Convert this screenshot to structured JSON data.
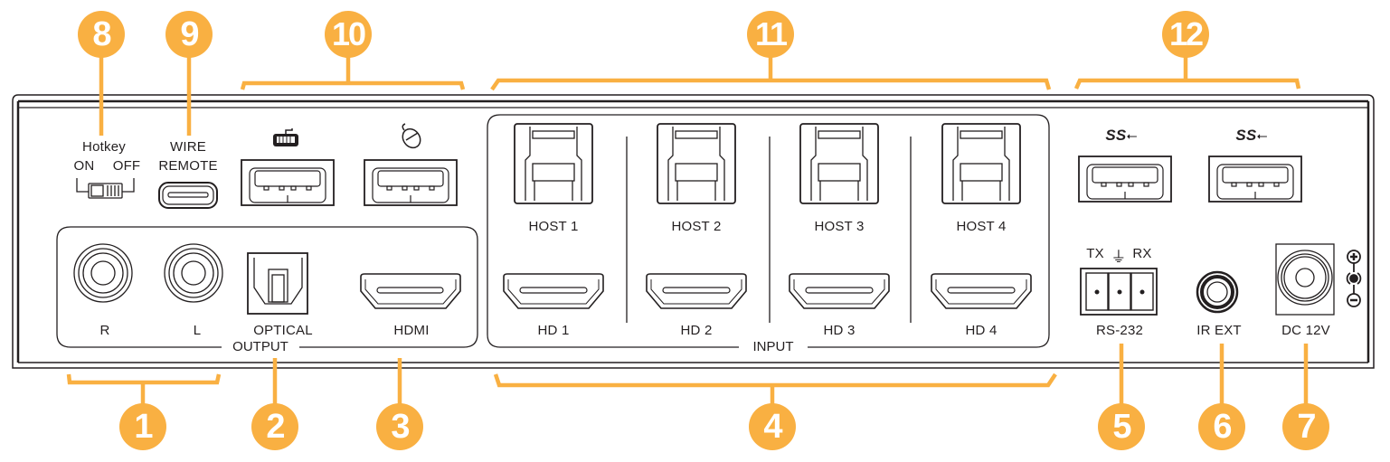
{
  "accent_color": "#f9b042",
  "callouts": [
    {
      "number": "1",
      "target": "Audio R/L outputs"
    },
    {
      "number": "2",
      "target": "Optical output"
    },
    {
      "number": "3",
      "target": "HDMI output"
    },
    {
      "number": "4",
      "target": "HDMI inputs"
    },
    {
      "number": "5",
      "target": "RS-232"
    },
    {
      "number": "6",
      "target": "IR EXT"
    },
    {
      "number": "7",
      "target": "DC 12V"
    },
    {
      "number": "8",
      "target": "Hotkey switch"
    },
    {
      "number": "9",
      "target": "Wire remote"
    },
    {
      "number": "10",
      "target": "Keyboard/Mouse USB"
    },
    {
      "number": "11",
      "target": "USB host ports"
    },
    {
      "number": "12",
      "target": "USB 3.0 ports"
    }
  ],
  "hotkey": {
    "title": "Hotkey",
    "on": "ON",
    "off": "OFF"
  },
  "wire_remote": {
    "line1": "WIRE",
    "line2": "REMOTE"
  },
  "usb_hid": {
    "keyboard_icon": "keyboard-icon",
    "mouse_icon": "mouse-icon"
  },
  "output": {
    "section_label": "OUTPUT",
    "ports": [
      "R",
      "L",
      "OPTICAL",
      "HDMI"
    ]
  },
  "input": {
    "section_label": "INPUT",
    "hosts": [
      "HOST 1",
      "HOST 2",
      "HOST 3",
      "HOST 4"
    ],
    "hdmi": [
      "HD 1",
      "HD 2",
      "HD 3",
      "HD 4"
    ]
  },
  "usb3": {
    "icon": "superspeed-usb-icon",
    "symbol": "SS"
  },
  "rs232": {
    "tx": "TX",
    "ground": "⏚",
    "rx": "RX",
    "label": "RS-232"
  },
  "ir_ext": {
    "label": "IR EXT"
  },
  "dc": {
    "label": "DC 12V",
    "polarity_plus": "+",
    "polarity_minus": "−"
  }
}
